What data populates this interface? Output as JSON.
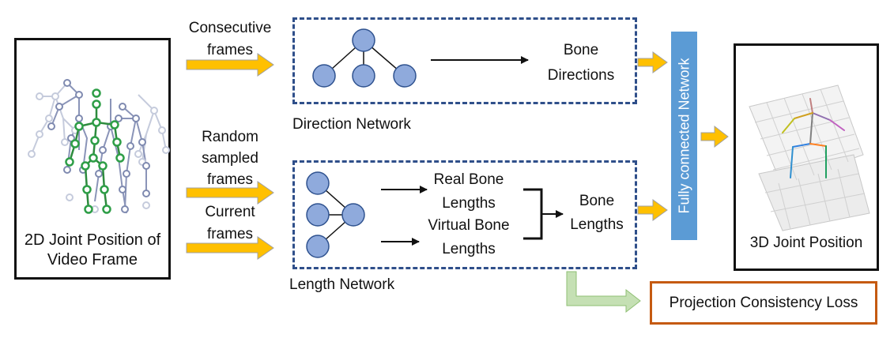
{
  "left_panel": {
    "caption_line1": "2D Joint Position of",
    "caption_line2": "Video Frame"
  },
  "inputs": {
    "consecutive_line1": "Consecutive",
    "consecutive_line2": "frames",
    "random_line1": "Random",
    "random_line2": "sampled",
    "random_line3": "frames",
    "current_line1": "Current",
    "current_line2": "frames"
  },
  "direction_network": {
    "name": "Direction Network",
    "output_line1": "Bone",
    "output_line2": "Directions"
  },
  "length_network": {
    "name": "Length Network",
    "real_line1": "Real Bone",
    "real_line2": "Lengths",
    "virtual_line1": "Virtual Bone",
    "virtual_line2": "Lengths",
    "output_line1": "Bone",
    "output_line2": "Lengths"
  },
  "fc_network": {
    "label": "Fully connected Network"
  },
  "output_panel": {
    "caption": "3D Joint Position"
  },
  "loss": {
    "label": "Projection Consistency Loss"
  },
  "colors": {
    "node_fill": "#8faadc",
    "node_stroke": "#2f528f",
    "yellow_arrow": "#ffc000",
    "fc_bar": "#5b9bd5",
    "green_arrow": "#c5e0b4",
    "loss_border": "#c55a11",
    "dashed_border": "#2f4f8a"
  }
}
